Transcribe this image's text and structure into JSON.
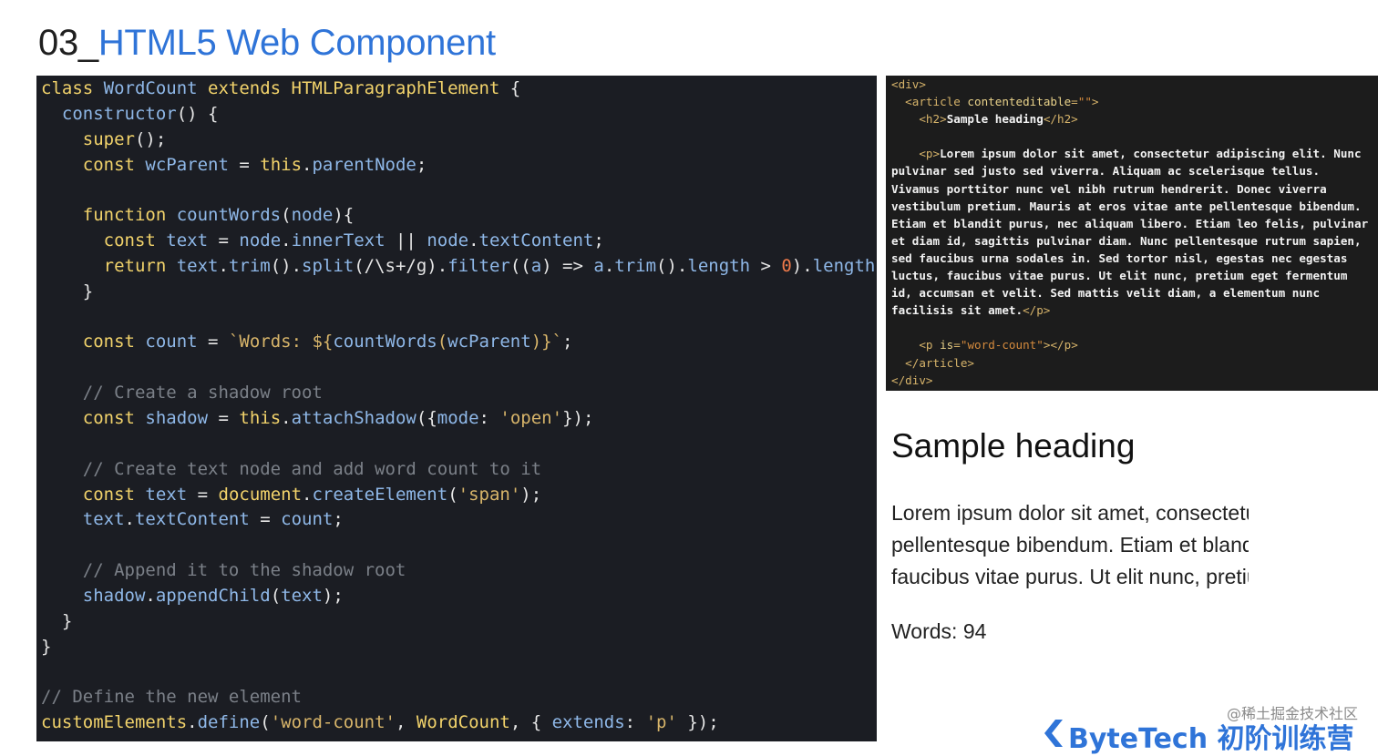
{
  "slide": {
    "title_number": "03_",
    "title_text": "HTML5 Web Component"
  },
  "js_code": {
    "lines": [
      [
        {
          "t": "k",
          "v": "class "
        },
        {
          "t": "v",
          "v": "WordCount "
        },
        {
          "t": "k",
          "v": "extends "
        },
        {
          "t": "k",
          "v": "HTMLParagraphElement "
        },
        {
          "t": "p",
          "v": "{"
        }
      ],
      [
        {
          "t": "p",
          "v": "  "
        },
        {
          "t": "v",
          "v": "constructor"
        },
        {
          "t": "p",
          "v": "() {"
        }
      ],
      [
        {
          "t": "p",
          "v": "    "
        },
        {
          "t": "k",
          "v": "super"
        },
        {
          "t": "p",
          "v": "();"
        }
      ],
      [
        {
          "t": "p",
          "v": "    "
        },
        {
          "t": "k",
          "v": "const "
        },
        {
          "t": "v",
          "v": "wcParent "
        },
        {
          "t": "p",
          "v": "= "
        },
        {
          "t": "k",
          "v": "this"
        },
        {
          "t": "p",
          "v": "."
        },
        {
          "t": "v",
          "v": "parentNode"
        },
        {
          "t": "p",
          "v": ";"
        }
      ],
      [],
      [
        {
          "t": "p",
          "v": "    "
        },
        {
          "t": "k",
          "v": "function "
        },
        {
          "t": "f",
          "v": "countWords"
        },
        {
          "t": "p",
          "v": "("
        },
        {
          "t": "v",
          "v": "node"
        },
        {
          "t": "p",
          "v": "){"
        }
      ],
      [
        {
          "t": "p",
          "v": "      "
        },
        {
          "t": "k",
          "v": "const "
        },
        {
          "t": "v",
          "v": "text "
        },
        {
          "t": "p",
          "v": "= "
        },
        {
          "t": "v",
          "v": "node"
        },
        {
          "t": "p",
          "v": "."
        },
        {
          "t": "v",
          "v": "innerText "
        },
        {
          "t": "p",
          "v": "|| "
        },
        {
          "t": "v",
          "v": "node"
        },
        {
          "t": "p",
          "v": "."
        },
        {
          "t": "v",
          "v": "textContent"
        },
        {
          "t": "p",
          "v": ";"
        }
      ],
      [
        {
          "t": "p",
          "v": "      "
        },
        {
          "t": "k",
          "v": "return "
        },
        {
          "t": "v",
          "v": "text"
        },
        {
          "t": "p",
          "v": "."
        },
        {
          "t": "v",
          "v": "trim"
        },
        {
          "t": "p",
          "v": "()."
        },
        {
          "t": "v",
          "v": "split"
        },
        {
          "t": "p",
          "v": "(/\\s+/g)."
        },
        {
          "t": "v",
          "v": "filter"
        },
        {
          "t": "p",
          "v": "(("
        },
        {
          "t": "v",
          "v": "a"
        },
        {
          "t": "p",
          "v": ") => "
        },
        {
          "t": "v",
          "v": "a"
        },
        {
          "t": "p",
          "v": "."
        },
        {
          "t": "v",
          "v": "trim"
        },
        {
          "t": "p",
          "v": "()."
        },
        {
          "t": "v",
          "v": "length "
        },
        {
          "t": "p",
          "v": "> "
        },
        {
          "t": "n",
          "v": "0"
        },
        {
          "t": "p",
          "v": ")."
        },
        {
          "t": "v",
          "v": "length"
        },
        {
          "t": "p",
          "v": ";"
        }
      ],
      [
        {
          "t": "p",
          "v": "    }"
        }
      ],
      [],
      [
        {
          "t": "p",
          "v": "    "
        },
        {
          "t": "k",
          "v": "const "
        },
        {
          "t": "v",
          "v": "count "
        },
        {
          "t": "p",
          "v": "= "
        },
        {
          "t": "s",
          "v": "`Words: ${"
        },
        {
          "t": "v",
          "v": "countWords"
        },
        {
          "t": "s",
          "v": "("
        },
        {
          "t": "v",
          "v": "wcParent"
        },
        {
          "t": "s",
          "v": ")}`"
        },
        {
          "t": "p",
          "v": ";"
        }
      ],
      [],
      [
        {
          "t": "p",
          "v": "    "
        },
        {
          "t": "c",
          "v": "// Create a shadow root"
        }
      ],
      [
        {
          "t": "p",
          "v": "    "
        },
        {
          "t": "k",
          "v": "const "
        },
        {
          "t": "v",
          "v": "shadow "
        },
        {
          "t": "p",
          "v": "= "
        },
        {
          "t": "k",
          "v": "this"
        },
        {
          "t": "p",
          "v": "."
        },
        {
          "t": "v",
          "v": "attachShadow"
        },
        {
          "t": "p",
          "v": "({"
        },
        {
          "t": "v",
          "v": "mode"
        },
        {
          "t": "p",
          "v": ": "
        },
        {
          "t": "s",
          "v": "'open'"
        },
        {
          "t": "p",
          "v": "});"
        }
      ],
      [],
      [
        {
          "t": "p",
          "v": "    "
        },
        {
          "t": "c",
          "v": "// Create text node and add word count to it"
        }
      ],
      [
        {
          "t": "p",
          "v": "    "
        },
        {
          "t": "k",
          "v": "const "
        },
        {
          "t": "v",
          "v": "text "
        },
        {
          "t": "p",
          "v": "= "
        },
        {
          "t": "k",
          "v": "document"
        },
        {
          "t": "p",
          "v": "."
        },
        {
          "t": "v",
          "v": "createElement"
        },
        {
          "t": "p",
          "v": "("
        },
        {
          "t": "s",
          "v": "'span'"
        },
        {
          "t": "p",
          "v": ");"
        }
      ],
      [
        {
          "t": "p",
          "v": "    "
        },
        {
          "t": "v",
          "v": "text"
        },
        {
          "t": "p",
          "v": "."
        },
        {
          "t": "v",
          "v": "textContent "
        },
        {
          "t": "p",
          "v": "= "
        },
        {
          "t": "v",
          "v": "count"
        },
        {
          "t": "p",
          "v": ";"
        }
      ],
      [],
      [
        {
          "t": "p",
          "v": "    "
        },
        {
          "t": "c",
          "v": "// Append it to the shadow root"
        }
      ],
      [
        {
          "t": "p",
          "v": "    "
        },
        {
          "t": "v",
          "v": "shadow"
        },
        {
          "t": "p",
          "v": "."
        },
        {
          "t": "v",
          "v": "appendChild"
        },
        {
          "t": "p",
          "v": "("
        },
        {
          "t": "v",
          "v": "text"
        },
        {
          "t": "p",
          "v": ");"
        }
      ],
      [
        {
          "t": "p",
          "v": "  }"
        }
      ],
      [
        {
          "t": "p",
          "v": "}"
        }
      ],
      [],
      [
        {
          "t": "c",
          "v": "// Define the new element"
        }
      ],
      [
        {
          "t": "k",
          "v": "customElements"
        },
        {
          "t": "p",
          "v": "."
        },
        {
          "t": "v",
          "v": "define"
        },
        {
          "t": "p",
          "v": "("
        },
        {
          "t": "s",
          "v": "'word-count'"
        },
        {
          "t": "p",
          "v": ", "
        },
        {
          "t": "k",
          "v": "WordCount"
        },
        {
          "t": "p",
          "v": ", { "
        },
        {
          "t": "v",
          "v": "extends"
        },
        {
          "t": "p",
          "v": ": "
        },
        {
          "t": "s",
          "v": "'p'"
        },
        {
          "t": "p",
          "v": " });"
        }
      ]
    ]
  },
  "html_code": {
    "lines": [
      [
        {
          "t": "tag",
          "v": "<div>"
        }
      ],
      [
        {
          "t": "txt",
          "v": "  "
        },
        {
          "t": "tag",
          "v": "<article "
        },
        {
          "t": "attr",
          "v": "contenteditable"
        },
        {
          "t": "tag",
          "v": "="
        },
        {
          "t": "str",
          "v": "\"\""
        },
        {
          "t": "tag",
          "v": ">"
        }
      ],
      [
        {
          "t": "txt",
          "v": "    "
        },
        {
          "t": "tag",
          "v": "<h2>"
        },
        {
          "t": "txt",
          "v": "Sample heading"
        },
        {
          "t": "tag",
          "v": "</h2>"
        }
      ],
      [],
      [
        {
          "t": "txt",
          "v": "    "
        },
        {
          "t": "tag",
          "v": "<p>"
        },
        {
          "t": "txt",
          "v": "Lorem ipsum dolor sit amet, consectetur adipiscing elit. Nunc"
        }
      ],
      [
        {
          "t": "txt",
          "v": "pulvinar sed justo sed viverra. Aliquam ac scelerisque tellus."
        }
      ],
      [
        {
          "t": "txt",
          "v": "Vivamus porttitor nunc vel nibh rutrum hendrerit. Donec viverra"
        }
      ],
      [
        {
          "t": "txt",
          "v": "vestibulum pretium. Mauris at eros vitae ante pellentesque bibendum."
        }
      ],
      [
        {
          "t": "txt",
          "v": "Etiam et blandit purus, nec aliquam libero. Etiam leo felis, pulvinar"
        }
      ],
      [
        {
          "t": "txt",
          "v": "et diam id, sagittis pulvinar diam. Nunc pellentesque rutrum sapien,"
        }
      ],
      [
        {
          "t": "txt",
          "v": "sed faucibus urna sodales in. Sed tortor nisl, egestas nec egestas"
        }
      ],
      [
        {
          "t": "txt",
          "v": "luctus, faucibus vitae purus. Ut elit nunc, pretium eget fermentum"
        }
      ],
      [
        {
          "t": "txt",
          "v": "id, accumsan et velit. Sed mattis velit diam, a elementum nunc"
        }
      ],
      [
        {
          "t": "txt",
          "v": "facilisis sit amet."
        },
        {
          "t": "tag",
          "v": "</p>"
        }
      ],
      [],
      [
        {
          "t": "txt",
          "v": "    "
        },
        {
          "t": "tag",
          "v": "<p "
        },
        {
          "t": "attr",
          "v": "is"
        },
        {
          "t": "tag",
          "v": "="
        },
        {
          "t": "str",
          "v": "\"word-count\""
        },
        {
          "t": "tag",
          "v": "></p>"
        }
      ],
      [
        {
          "t": "txt",
          "v": "  "
        },
        {
          "t": "tag",
          "v": "</article>"
        }
      ],
      [
        {
          "t": "tag",
          "v": "</div>"
        }
      ]
    ]
  },
  "preview": {
    "heading": "Sample heading",
    "paragraph_lines": [
      "Lorem ipsum dolor sit amet, consectetur",
      "pellentesque bibendum. Etiam et blandit",
      "faucibus vitae purus. Ut elit nunc, pretium"
    ],
    "word_count": "Words: 94"
  },
  "watermark": "@稀土掘金技术社区",
  "brand": "ByteTech 初阶训练营",
  "colors": {
    "title_accent": "#2f74d8",
    "code_bg": "#1b1d23",
    "html_bg": "#1c1c1c"
  }
}
